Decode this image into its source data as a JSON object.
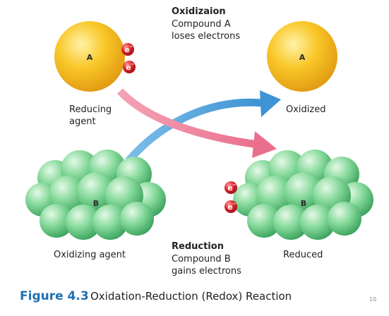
{
  "oxidation": {
    "heading": "Oxidizaion",
    "line1": "Compound A",
    "line2": "loses electrons"
  },
  "reduction": {
    "heading": "Reduction",
    "line1": "Compound B",
    "line2": "gains electrons"
  },
  "compound_a": {
    "letter": "A",
    "before_label_line1": "Reducing",
    "before_label_line2": "agent",
    "after_label": "Oxidized"
  },
  "compound_b": {
    "letter": "B",
    "before_label": "Oxidizing agent",
    "after_label": "Reduced"
  },
  "electron_symbol": "e",
  "electron_charge": "−",
  "caption": {
    "number": "Figure 4.3",
    "title": "Oxidation-Reduction (Redox) Reaction"
  },
  "page_number": "10",
  "colors": {
    "compound_a": "#f7b516",
    "compound_b": "#5cc47e",
    "electron": "#d3232a",
    "arrow_oxidation": "#ef7f98",
    "arrow_reduction": "#5aa7dd",
    "caption_blue": "#1f6fb2"
  }
}
